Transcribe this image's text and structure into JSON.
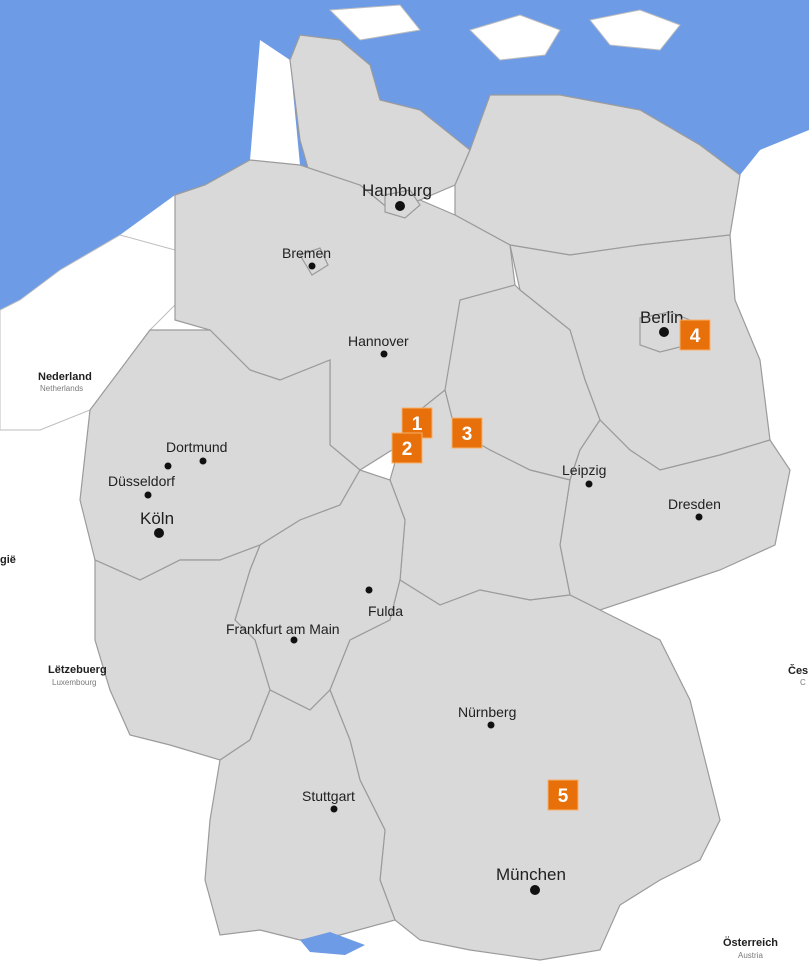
{
  "colors": {
    "sea": "#6e9be6",
    "land_germany": "#d9d9d9",
    "land_outside": "#ffffff",
    "state_border": "#9b9b9b",
    "marker_fill": "#e8700b",
    "marker_text": "#ffffff"
  },
  "cities": {
    "hamburg": "Hamburg",
    "bremen": "Bremen",
    "hannover": "Hannover",
    "berlin": "Berlin",
    "dortmund": "Dortmund",
    "duesseldorf": "Düsseldorf",
    "koeln": "Köln",
    "leipzig": "Leipzig",
    "dresden": "Dresden",
    "fulda": "Fulda",
    "frankfurt": "Frankfurt am Main",
    "nuernberg": "Nürnberg",
    "stuttgart": "Stuttgart",
    "muenchen": "München"
  },
  "countries": {
    "nederland": {
      "name": "Nederland",
      "sub": "Netherlands"
    },
    "luxembourg": {
      "name": "Lëtzebuerg",
      "sub": "Luxembourg"
    },
    "oesterreich": {
      "name": "Österreich",
      "sub": "Austria"
    },
    "czech": {
      "name": "Čes",
      "sub": "C"
    },
    "belgie": {
      "name": "gië"
    }
  },
  "markers": [
    {
      "id": "1",
      "label": "1"
    },
    {
      "id": "2",
      "label": "2"
    },
    {
      "id": "3",
      "label": "3"
    },
    {
      "id": "4",
      "label": "4"
    },
    {
      "id": "5",
      "label": "5"
    }
  ]
}
